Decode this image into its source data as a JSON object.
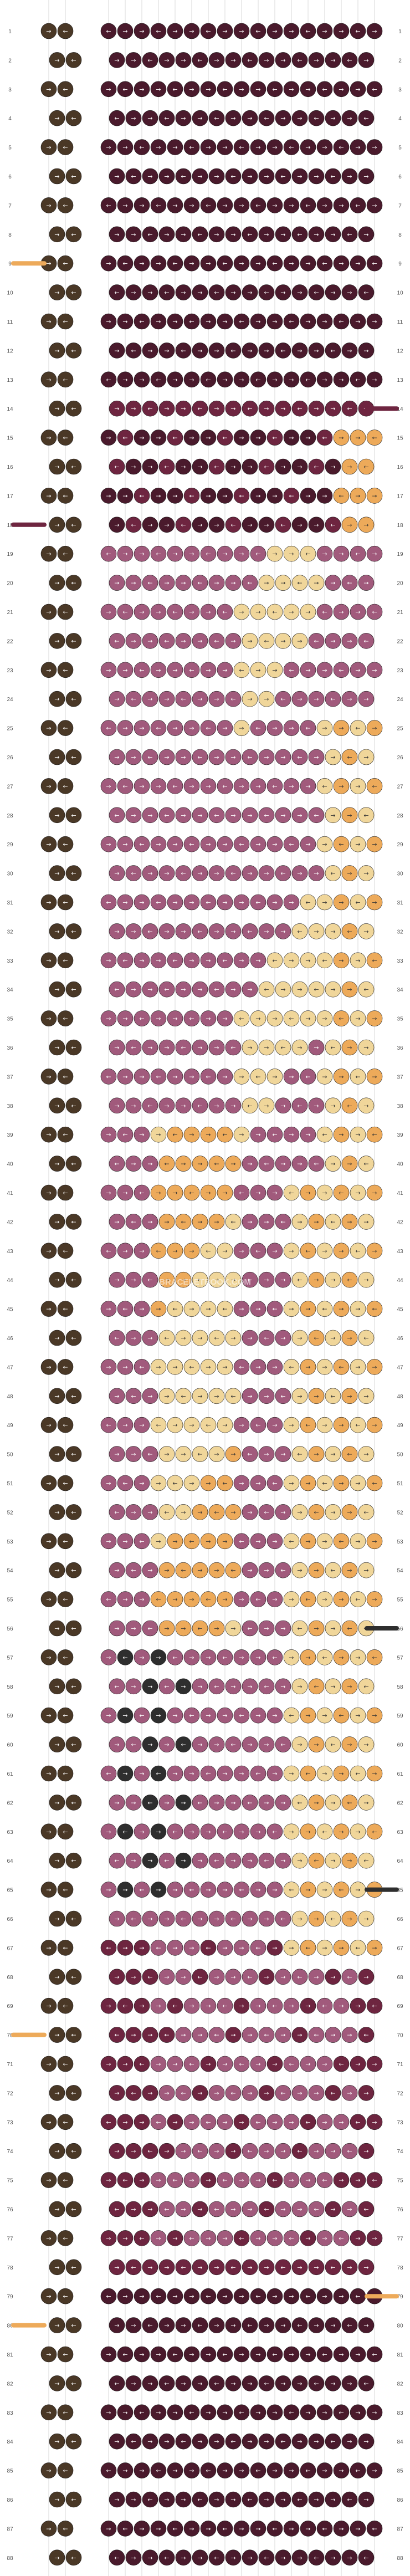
{
  "pattern": {
    "watermark": "BRACELETBOOK.COM",
    "row_count": 88,
    "row_numbers": [
      "1",
      "2",
      "3",
      "4",
      "5",
      "6",
      "7",
      "8",
      "9",
      "10",
      "11",
      "12",
      "13",
      "14",
      "15",
      "16",
      "17",
      "18",
      "19",
      "20",
      "21",
      "22",
      "23",
      "24",
      "25",
      "26",
      "27",
      "28",
      "29",
      "30",
      "31",
      "32",
      "33",
      "34",
      "35",
      "36",
      "37",
      "38",
      "39",
      "40",
      "41",
      "42",
      "43",
      "44",
      "45",
      "46",
      "47",
      "48",
      "49",
      "50",
      "51",
      "52",
      "53",
      "54",
      "55",
      "56",
      "57",
      "58",
      "59",
      "60",
      "61",
      "62",
      "63",
      "64",
      "65",
      "66",
      "67",
      "68",
      "69",
      "70",
      "71",
      "72",
      "73",
      "74",
      "75",
      "76",
      "77",
      "78",
      "79",
      "80",
      "81",
      "82",
      "83",
      "84",
      "85",
      "86",
      "87",
      "88"
    ],
    "palette": {
      "border_brown": "#4a3826",
      "plum": "#4a1a2c",
      "burgundy": "#6e2540",
      "mauve": "#a15a7c",
      "cream": "#f0d69a",
      "orange": "#edaa5a",
      "charcoal": "#2e2e2e"
    },
    "strand_colors_left": [
      "orange",
      "burgundy",
      "orange",
      "orange"
    ],
    "strand_colors_right": [
      "burgundy",
      "charcoal",
      "charcoal",
      "orange"
    ],
    "symbols": [
      "arrow-right",
      "arrow-left"
    ]
  }
}
